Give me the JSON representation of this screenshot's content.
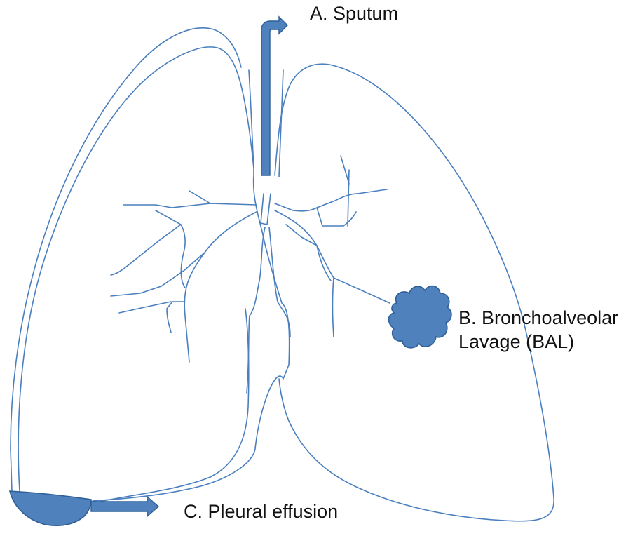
{
  "labels": {
    "sputum": "A. Sputum",
    "bal_line1": "B. Bronchoalveolar",
    "bal_line2": "Lavage (BAL)",
    "pleural": "C. Pleural effusion"
  },
  "colors": {
    "outline": "#4a7fbf",
    "fill": "#4f81bd",
    "fill_stroke": "#2f5f98",
    "text": "#111111"
  }
}
